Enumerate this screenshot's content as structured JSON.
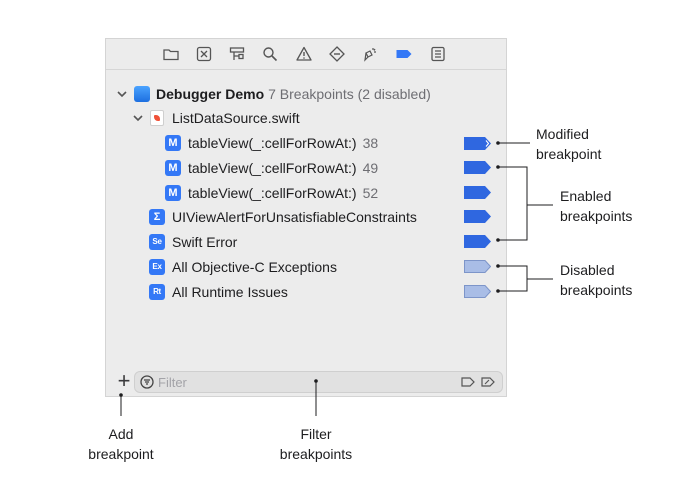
{
  "toolbar": {
    "icons": [
      "folder-icon",
      "source-control-icon",
      "symbol-icon",
      "search-icon",
      "issue-icon",
      "test-icon",
      "debug-icon",
      "breakpoint-icon",
      "report-icon"
    ],
    "active": "breakpoint-icon"
  },
  "tree": {
    "project": {
      "name": "Debugger Demo",
      "count": "7 Breakpoints (2 disabled)"
    },
    "file": {
      "name": "ListDataSource.swift"
    },
    "breakpoints": [
      {
        "badge": "M",
        "label": "tableView(_:cellForRowAt:)",
        "line": "38",
        "state": "modified"
      },
      {
        "badge": "M",
        "label": "tableView(_:cellForRowAt:)",
        "line": "49",
        "state": "enabled"
      },
      {
        "badge": "M",
        "label": "tableView(_:cellForRowAt:)",
        "line": "52",
        "state": "enabled"
      },
      {
        "badge": "Σ",
        "label": "UIViewAlertForUnsatisfiableConstraints",
        "state": "enabled"
      },
      {
        "badge": "Se",
        "label": "Swift Error",
        "state": "enabled"
      },
      {
        "badge": "Ex",
        "label": "All Objective-C Exceptions",
        "state": "disabled"
      },
      {
        "badge": "Rt",
        "label": "All Runtime Issues",
        "state": "disabled"
      }
    ]
  },
  "bottom_bar": {
    "add_label": "+",
    "filter_placeholder": "Filter"
  },
  "callouts": {
    "modified_line1": "Modified",
    "modified_line2": "breakpoint",
    "enabled_line1": "Enabled",
    "enabled_line2": "breakpoints",
    "disabled_line1": "Disabled",
    "disabled_line2": "breakpoints",
    "add_line1": "Add",
    "add_line2": "breakpoint",
    "filter_line1": "Filter",
    "filter_line2": "breakpoints"
  },
  "colors": {
    "enabled": "#2f67e0",
    "disabled": "#a9bde6",
    "accent": "#3478f6"
  }
}
